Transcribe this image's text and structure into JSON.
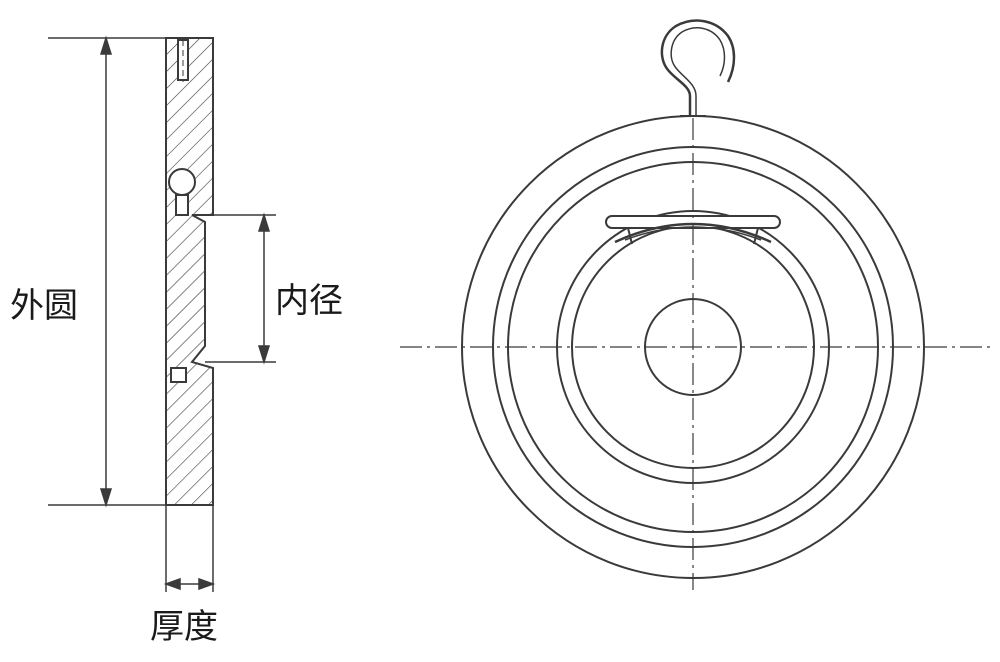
{
  "labels": {
    "outer_diameter": "外圆",
    "inner_diameter": "内径",
    "thickness": "厚度"
  },
  "colors": {
    "line": "#3a3a3a",
    "background": "#ffffff"
  }
}
